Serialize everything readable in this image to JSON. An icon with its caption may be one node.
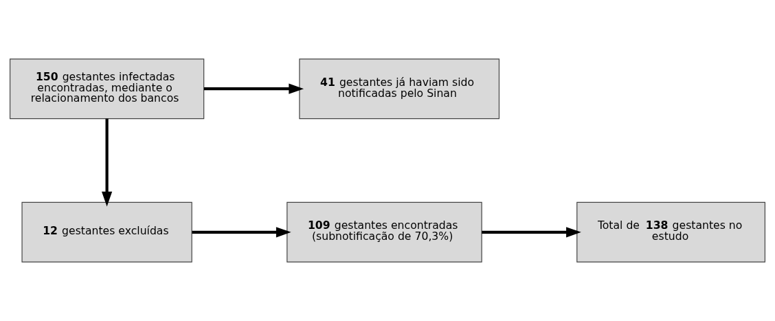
{
  "diagram": {
    "nodes": [
      {
        "text": [
          "**150** gestantes infectadas encontradas, mediante o relacionamento dos bancos"
        ]
      },
      {
        "text": [
          "**41** gestantes já haviam sido notificadas pelo Sinan"
        ]
      },
      {
        "text": [
          "**12** gestantes excluídas"
        ]
      },
      {
        "text": [
          "**109** gestantes encontradas (subnotificação de 70,3%)"
        ]
      },
      {
        "text": [
          "Total de **138** gestantes no estudo"
        ]
      }
    ],
    "edges": [
      {
        "from": 0,
        "to": 1,
        "arrow": "to"
      },
      {
        "from": 0,
        "to": 2,
        "arrow": "to"
      },
      {
        "from": 2,
        "to": 3,
        "arrow": "to"
      },
      {
        "from": 3,
        "to": 4,
        "arrow": "to"
      }
    ]
  }
}
